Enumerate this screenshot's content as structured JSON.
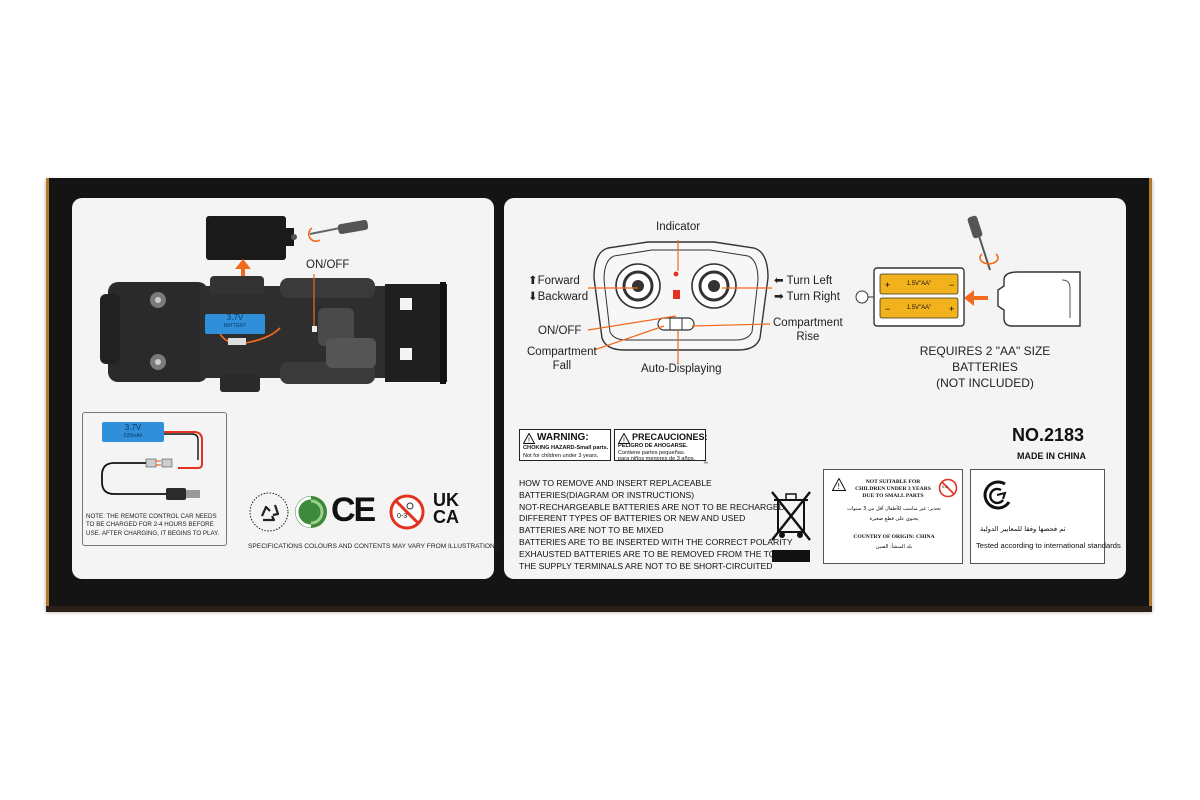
{
  "left_panel": {
    "on_off_label": "ON/OFF",
    "battery_label_top": "3.7V",
    "battery_label_bottom": "BATTERY",
    "charging_battery_label": "3.7V",
    "charging_battery_sub": "520mAh",
    "charge_note": "NOTE: THE REMOTE CONTROL CAR NEEDS TO BE CHARGED FOR 2-4 HOURS BEFORE USE. AFTER CHARGING, IT BEGINS TO PLAY.",
    "specs_note": "SPECIFICATIONS COLOURS AND CONTENTS MAY VARY FROM ILLUSTRATIONS",
    "marks": {
      "ce": "CE",
      "ukca_top": "UK",
      "ukca_bottom": "CA",
      "age_mark": "0-3"
    }
  },
  "controller": {
    "indicator": "Indicator",
    "forward": "Forward",
    "backward": "Backward",
    "turn_left": "Turn Left",
    "turn_right": "Turn Right",
    "on_off": "ON/OFF",
    "compartment_fall_1": "Compartment",
    "compartment_fall_2": "Fall",
    "compartment_rise_1": "Compartment",
    "compartment_rise_2": "Rise",
    "auto_displaying": "Auto-Displaying"
  },
  "battery_diagram": {
    "cell_label": "1.5V\"AA\"",
    "requirement_1": "REQUIRES 2 \"AA\" SIZE",
    "requirement_2": "BATTERIES",
    "requirement_3": "(NOT INCLUDED)"
  },
  "warnings": {
    "en_title": "WARNING:",
    "en_hazard": "CHOKING HAZARD-Small parts.",
    "en_sub": "Not for children under 3 years.",
    "es_title": "PRECAUCIONES:",
    "es_hazard": "PELIGRO DE AHOGARSE.",
    "es_sub_1": "Contiene partes pequeñas.",
    "es_sub_2": "para niños menores de 3 años."
  },
  "battery_instructions": [
    "HOW TO REMOVE AND INSERT REPLACEABLE",
    "BATTERIES(DIAGRAM OR INSTRUCTIONS)",
    "NOT-RECHARGEABLE BATTERIES ARE NOT TO BE RECHARGED",
    "DIFFERENT TYPES OF BATTERIES OR NEW AND USED",
    "BATTERIES ARE NOT TO BE MIXED",
    "BATTERIES ARE TO BE INSERTED WITH THE CORRECT POLARITY",
    "EXHAUSTED BATTERIES ARE TO BE REMOVED FROM THE TOY",
    "THE SUPPLY TERMINALS ARE NOT TO BE SHORT-CIRCUITED"
  ],
  "product": {
    "model_number": "NO.2183",
    "made_in": "MADE IN CHINA"
  },
  "age_notice": {
    "line_1": "NOT SUITABLE FOR",
    "line_2": "CHILDREN UNDER 3 YEARS",
    "line_3": "DUE TO SMALL PARTS",
    "arabic_1": "تحذير: غير مناسب للأطفال أقل من 3 سنوات",
    "arabic_2": "يحتوي على قطع صغيرة",
    "origin": "COUNTRY OF ORIGIN: CHINA",
    "origin_ar": "بلد المنشأ: الصين",
    "age_mark": "0-3"
  },
  "testing": {
    "arabic": "تم فحصها وفقا للمعايير الدولية",
    "english": "Tested according to international standards"
  },
  "colors": {
    "box": "#141414",
    "panel": "#f4f4f4",
    "accent_orange": "#f26a1b",
    "battery_blue": "#2f8fd8",
    "aa_yellow": "#f2b21b",
    "no_symbol_red": "#e2321f",
    "recycle_green": "#3c8a3a"
  }
}
